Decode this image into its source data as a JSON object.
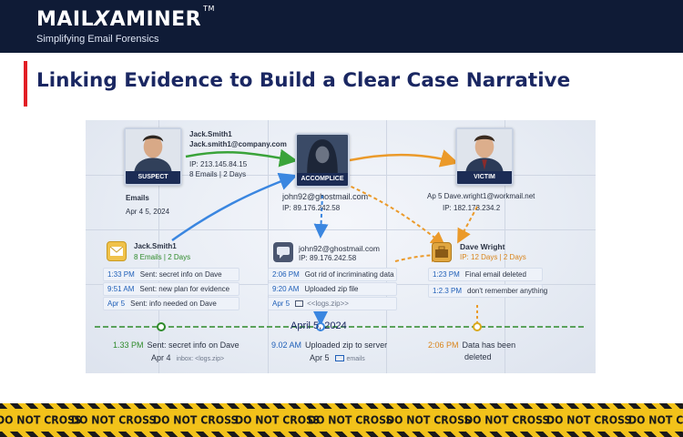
{
  "header": {
    "logo_left": "MAIL",
    "logo_x": "X",
    "logo_right": "AMINER",
    "logo_tm": "TM",
    "tagline": "Simplifying Email Forensics"
  },
  "title": "Linking Evidence to Build a Clear Case Narrative",
  "diagram": {
    "suspect": {
      "role": "SUSPECT",
      "name": "Jack.Smith1",
      "email": "Jack.smith1@company.com",
      "ip": "IP: 213.145.84.15",
      "stats": "8 Emails  |  2 Days",
      "emails_label": "Emails",
      "date": "Apr 4 5, 2024"
    },
    "accomplice": {
      "role": "ACCOMPLICE",
      "email": "john92@ghostmail.com",
      "ip": "IP: 89.176.242.58"
    },
    "victim": {
      "role": "VICTIM",
      "email": "Ap 5 Dave.wright1@workmail.net",
      "ip": "IP: 182.173.234.2"
    },
    "card_left": {
      "name": "Jack.Smith1",
      "stats": "8 Emails  |  2 Days",
      "rows": [
        {
          "time": "1:33 PM",
          "text": "Sent: secret info on Dave"
        },
        {
          "time": "9:51 AM",
          "text": "Sent: new plan for evidence"
        },
        {
          "time": "Apr 5",
          "text": "Sent: info needed on Dave"
        }
      ]
    },
    "card_mid": {
      "email": "john92@ghostmail.com",
      "ip": "IP: 89.176.242.58",
      "rows": [
        {
          "time": "2:06 PM",
          "text": "Got rid of incriminating data"
        },
        {
          "time": "9:20 AM",
          "text": "Uploaded zip file"
        },
        {
          "time": "Apr 5",
          "text": "<<logs.zip>>"
        }
      ]
    },
    "card_right": {
      "name": "Dave Wright",
      "stats": "IP: 12 Days  |  2 Days",
      "rows": [
        {
          "time": "1:23 PM",
          "text": "Final email deleted"
        },
        {
          "time": "1:2.3 PM",
          "text": "don't remember anything"
        }
      ]
    },
    "timeline": {
      "date": "April 5, 2024",
      "left": {
        "time": "1.33 PM",
        "text": "Sent: secret info on Dave",
        "date": "Apr 4",
        "sub": "inbox: <logs.zip>"
      },
      "mid": {
        "time": "9.02 AM",
        "text": "Uploaded zip to server",
        "date": "Apr 5",
        "sub": "emails"
      },
      "right": {
        "time": "2:06 PM",
        "text": "Data has been",
        "text2": "deleted"
      }
    }
  },
  "tape": {
    "word": "DO NOT CROSS"
  },
  "colors": {
    "header_bg": "#0f1b36",
    "title": "#1a2762",
    "accent_red": "#e21d24",
    "green": "#2e8a2a",
    "blue": "#1f5fb8",
    "orange": "#d9841a",
    "tape_yellow": "#f2c21a"
  }
}
